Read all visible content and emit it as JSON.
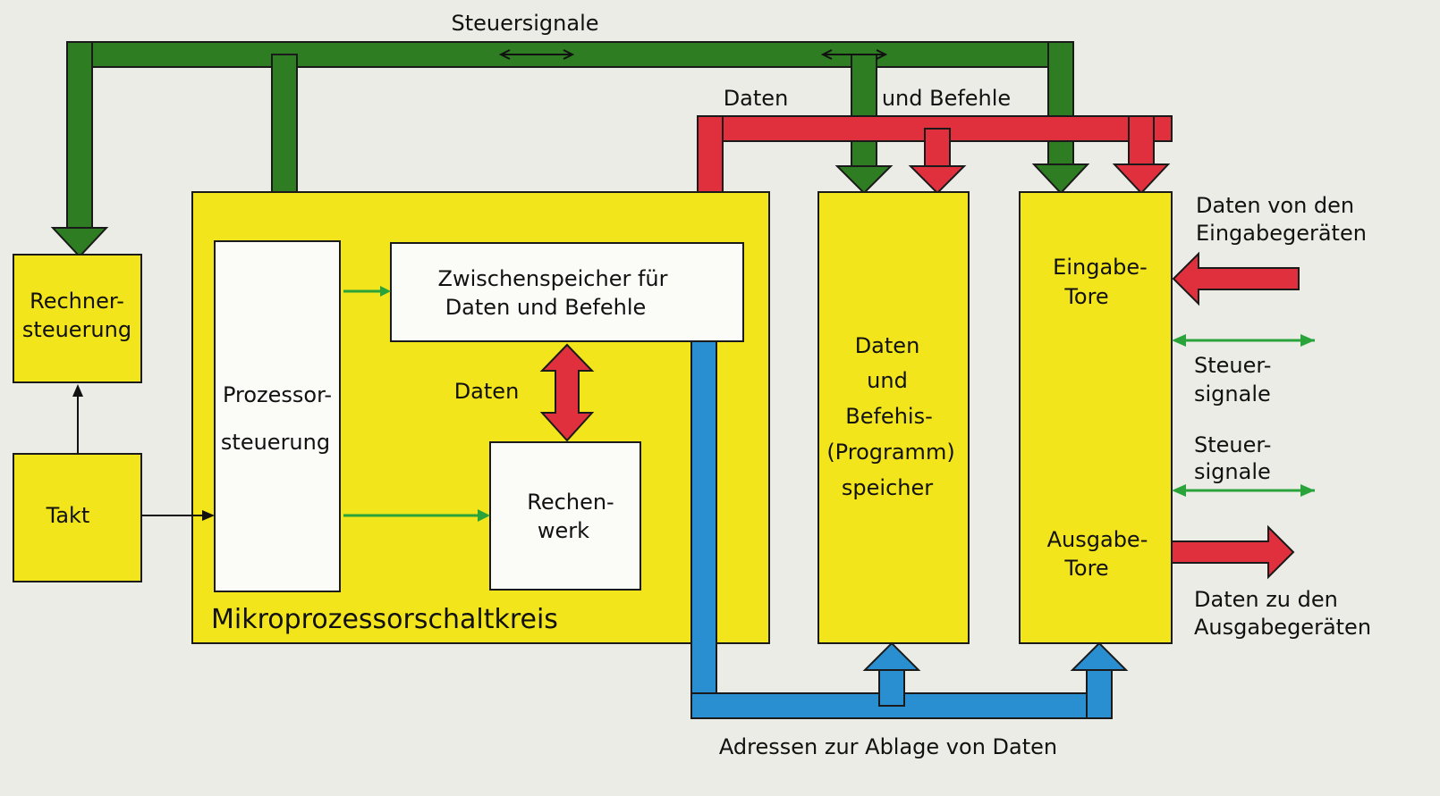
{
  "colors": {
    "background": "#ecece6",
    "block_yellow": "#f2e51c",
    "white_box": "#fbfbf8",
    "control_green": "#2f7d22",
    "data_red": "#e0303e",
    "address_blue": "#2a8fd1",
    "thin_green": "#2aa33a",
    "outline": "#1a1a1a"
  },
  "labels": {
    "steuersignale_top": "Steuersignale",
    "daten_bus": "Daten",
    "und_befehle_bus": "und Befehle",
    "rechnersteuerung": [
      "Rechner-",
      "steuerung"
    ],
    "takt": "Takt",
    "prozessorsteuerung": [
      "Prozessor-",
      "steuerung"
    ],
    "zwischenspeicher": [
      "Zwischenspeicher für",
      "Daten und Befehle"
    ],
    "daten_internal": "Daten",
    "rechenwerk": [
      "Rechen-",
      "werk"
    ],
    "mikroprozessor": "Mikroprozessorschaltkreis",
    "speicher": [
      "Daten",
      "und",
      "Befehis-",
      "(Programm)",
      "speicher"
    ],
    "eingabe_tore": [
      "Eingabe-",
      "Tore"
    ],
    "ausgabe_tore": [
      "Ausgabe-",
      "Tore"
    ],
    "daten_von": [
      "Daten von den",
      "Eingabegeräten"
    ],
    "steuersignale_1": [
      "Steuer-",
      "signale"
    ],
    "steuersignale_2": [
      "Steuer-",
      "signale"
    ],
    "daten_zu": [
      "Daten zu den",
      "Ausgabegeräten"
    ],
    "adressen": "Adressen zur Ablage von Daten"
  }
}
